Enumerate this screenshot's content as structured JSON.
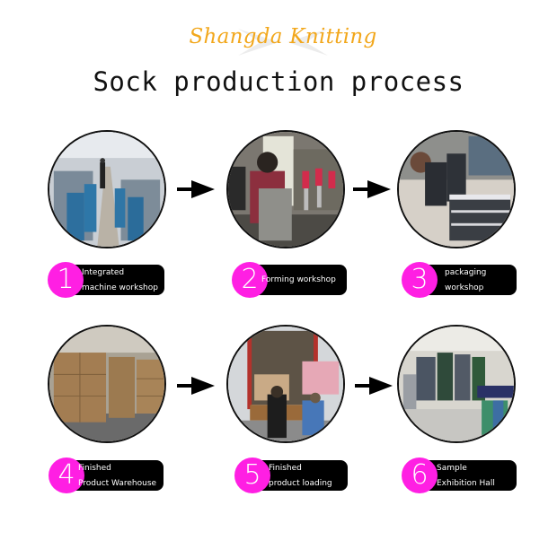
{
  "header": {
    "brand": "Shangda Knitting",
    "title": "Sock production process"
  },
  "colors": {
    "brand": "#f2a71b",
    "badge": "#ff1fe3",
    "label_bg": "#000000",
    "arrow": "#000000"
  },
  "steps": [
    {
      "number": "1",
      "line1": "Integrated",
      "line2": "machine workshop",
      "photo": "knitting-machines-photo"
    },
    {
      "number": "2",
      "line1": "Forming workshop",
      "line2": "",
      "photo": "forming-workshop-photo"
    },
    {
      "number": "3",
      "line1": "packaging",
      "line2": "workshop",
      "photo": "packaging-photo"
    },
    {
      "number": "4",
      "line1": "Finished",
      "line2": "Product Warehouse",
      "photo": "warehouse-photo"
    },
    {
      "number": "5",
      "line1": "Finished",
      "line2": "product loading",
      "photo": "truck-loading-photo"
    },
    {
      "number": "6",
      "line1": "Sample",
      "line2": "Exhibition Hall",
      "photo": "exhibition-hall-photo"
    }
  ]
}
